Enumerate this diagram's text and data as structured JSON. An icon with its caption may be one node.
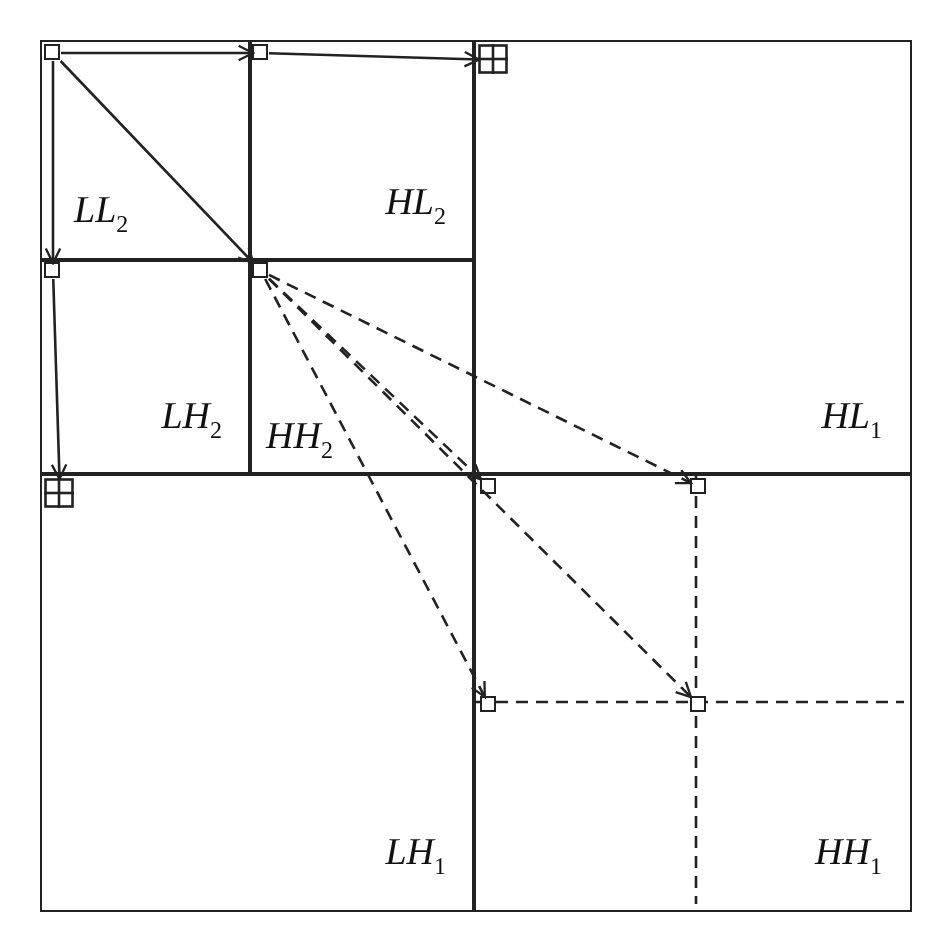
{
  "diagram": {
    "nodes": [
      {
        "text": [
          "LL$_{2}$"
        ]
      },
      {
        "text": [
          "HL$_{2}$"
        ]
      },
      {
        "text": [
          "LH$_{2}$"
        ]
      },
      {
        "text": [
          "HH$_{2}$"
        ]
      },
      {
        "text": [
          "HL$_{1}$"
        ]
      },
      {
        "text": [
          "LH$_{1}$"
        ]
      },
      {
        "text": [
          "HH$_{1}$"
        ]
      },
      {
        "text": [],
        "shape": "box",
        "in": 0
      },
      {
        "text": [],
        "shape": "box",
        "in": 1
      },
      {
        "text": [],
        "shape": "box",
        "in": 2
      },
      {
        "text": [],
        "shape": "box",
        "in": 3
      },
      {
        "text": [],
        "shape": "grid",
        "in": 4
      },
      {
        "text": [],
        "shape": "grid",
        "in": 5
      },
      {
        "text": [],
        "shape": "box",
        "in": 6
      },
      {
        "text": [],
        "shape": "box",
        "in": 6
      },
      {
        "text": [],
        "shape": "box",
        "in": 6
      },
      {
        "text": [],
        "shape": "box",
        "in": 6
      }
    ],
    "edges": [
      {
        "from": 7,
        "to": 8,
        "arrow": "to"
      },
      {
        "from": 7,
        "to": 9,
        "arrow": "to"
      },
      {
        "from": 7,
        "to": 10,
        "arrow": "to"
      },
      {
        "from": 8,
        "to": 11,
        "arrow": "to"
      },
      {
        "from": 9,
        "to": 12,
        "arrow": "to"
      },
      {
        "from": 10,
        "to": 13,
        "arrow": "to",
        "style": "dashed"
      },
      {
        "from": 10,
        "to": 14,
        "arrow": "to",
        "style": "dashed"
      },
      {
        "from": 10,
        "to": 15,
        "arrow": "to",
        "style": "dashed"
      },
      {
        "from": 10,
        "to": 16,
        "arrow": "to",
        "style": "dashed"
      }
    ]
  }
}
